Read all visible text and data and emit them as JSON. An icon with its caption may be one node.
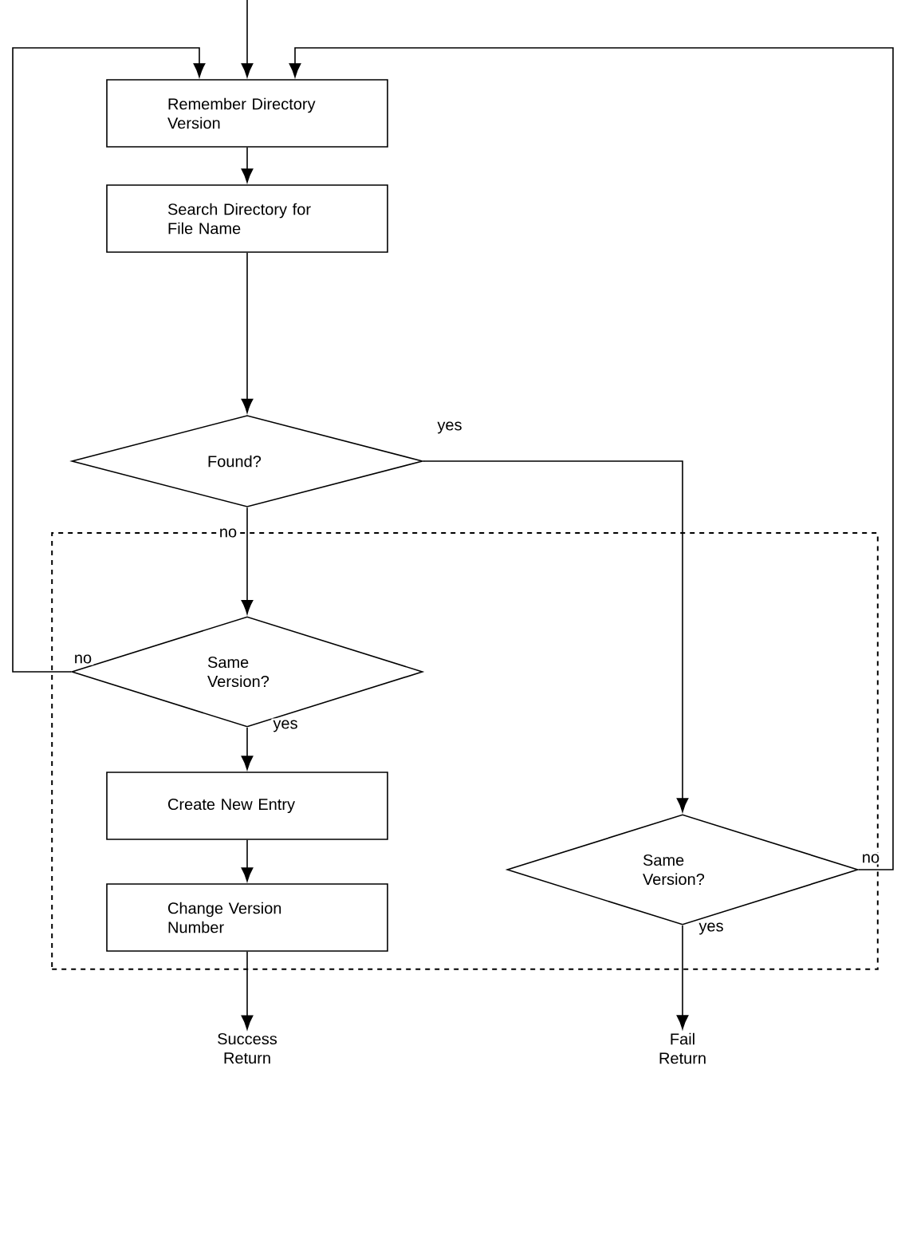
{
  "diagram": {
    "nodes": [
      {
        "text": [
          "Remember Directory Version"
        ]
      },
      {
        "text": [
          "Search Directory for File Name"
        ]
      },
      {
        "text": [
          "Found?"
        ]
      },
      {
        "text": [],
        "shape": "box"
      },
      {
        "text": [
          "Same Version?"
        ],
        "in": 3
      },
      {
        "text": [
          "Create New Entry"
        ],
        "in": 3
      },
      {
        "text": [
          "Change Version Number"
        ],
        "in": 3
      },
      {
        "text": [
          "Same Version?"
        ],
        "in": 3
      },
      {
        "text": [
          "Success Return"
        ]
      },
      {
        "text": [
          "Fail Return"
        ]
      }
    ],
    "edges": [
      {
        "from": null,
        "to": 0,
        "arrow": "to"
      },
      {
        "from": 0,
        "to": 1,
        "arrow": "to"
      },
      {
        "from": 1,
        "to": 2,
        "arrow": "to"
      },
      {
        "from": 2,
        "to": 4,
        "arrow": "to",
        "label": "no"
      },
      {
        "from": 2,
        "to": 7,
        "arrow": "to",
        "label": "yes"
      },
      {
        "from": 4,
        "to": 5,
        "arrow": "to",
        "label": "yes"
      },
      {
        "from": 5,
        "to": 6,
        "arrow": "to"
      },
      {
        "from": 6,
        "to": 8,
        "arrow": "to"
      },
      {
        "from": 4,
        "to": 0,
        "arrow": "to",
        "label": "no"
      },
      {
        "from": 7,
        "to": 0,
        "arrow": "to",
        "label": "no"
      },
      {
        "from": 7,
        "to": 9,
        "arrow": "to",
        "label": "yes"
      }
    ]
  }
}
